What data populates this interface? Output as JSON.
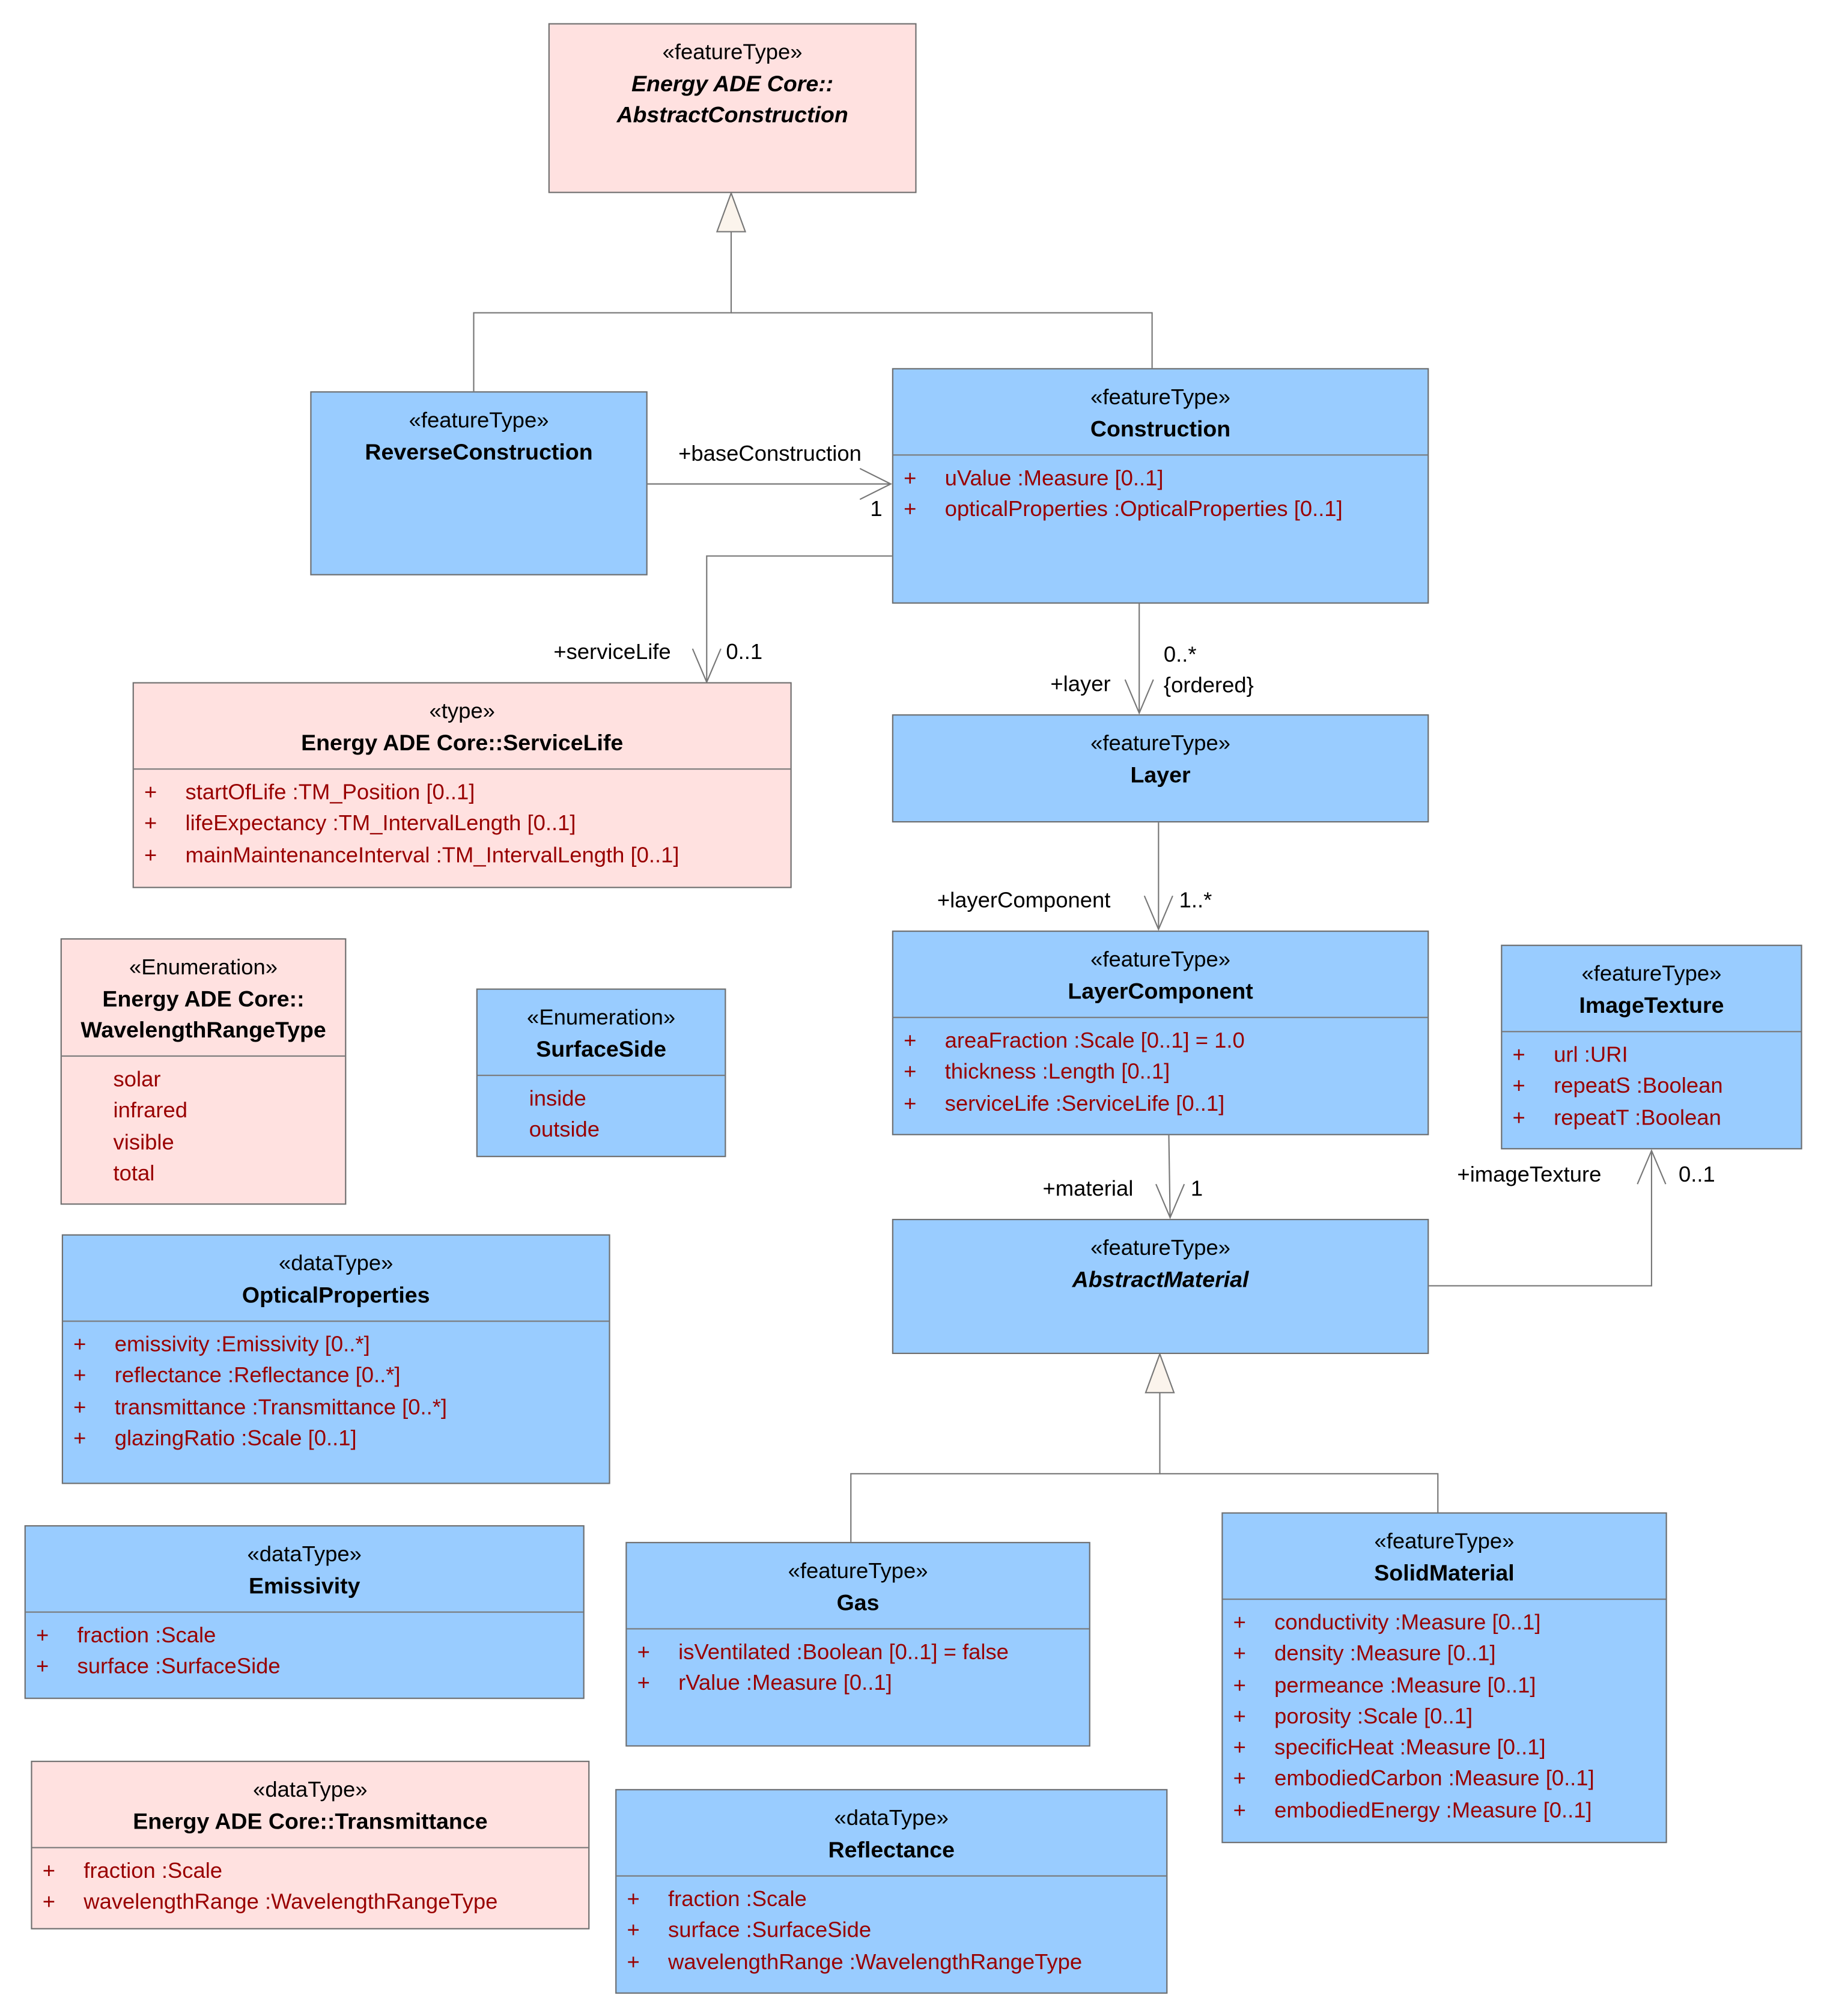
{
  "classes": {
    "abstract_construction": {
      "stereotype": "«featureType»",
      "name_line1": "Energy ADE Core::",
      "name_line2": "AbstractConstruction"
    },
    "reverse_construction": {
      "stereotype": "«featureType»",
      "name": "ReverseConstruction"
    },
    "construction": {
      "stereotype": "«featureType»",
      "name": "Construction",
      "attrs": [
        {
          "vis": "+",
          "text": "uValue  :Measure [0..1]"
        },
        {
          "vis": "+",
          "text": "opticalProperties  :OpticalProperties [0..1]"
        }
      ]
    },
    "service_life": {
      "stereotype": "«type»",
      "name": "Energy ADE Core::ServiceLife",
      "attrs": [
        {
          "vis": "+",
          "text": "startOfLife  :TM_Position [0..1]"
        },
        {
          "vis": "+",
          "text": "lifeExpectancy  :TM_IntervalLength [0..1]"
        },
        {
          "vis": "+",
          "text": "mainMaintenanceInterval  :TM_IntervalLength [0..1]"
        }
      ]
    },
    "layer": {
      "stereotype": "«featureType»",
      "name": "Layer"
    },
    "layer_component": {
      "stereotype": "«featureType»",
      "name": "LayerComponent",
      "attrs": [
        {
          "vis": "+",
          "text": "areaFraction  :Scale [0..1] = 1.0"
        },
        {
          "vis": "+",
          "text": "thickness  :Length [0..1]"
        },
        {
          "vis": "+",
          "text": "serviceLife  :ServiceLife [0..1]"
        }
      ]
    },
    "wavelength_range_type": {
      "stereotype": "«Enumeration»",
      "name_line1": "Energy ADE Core::",
      "name_line2": "WavelengthRangeType",
      "literals": [
        "solar",
        "infrared",
        "visible",
        "total"
      ]
    },
    "surface_side": {
      "stereotype": "«Enumeration»",
      "name": "SurfaceSide",
      "literals": [
        "inside",
        "outside"
      ]
    },
    "image_texture": {
      "stereotype": "«featureType»",
      "name": "ImageTexture",
      "attrs": [
        {
          "vis": "+",
          "text": "url  :URI"
        },
        {
          "vis": "+",
          "text": "repeatS  :Boolean"
        },
        {
          "vis": "+",
          "text": "repeatT  :Boolean"
        }
      ]
    },
    "optical_properties": {
      "stereotype": "«dataType»",
      "name": "OpticalProperties",
      "attrs": [
        {
          "vis": "+",
          "text": "emissivity  :Emissivity [0..*]"
        },
        {
          "vis": "+",
          "text": "reflectance  :Reflectance [0..*]"
        },
        {
          "vis": "+",
          "text": "transmittance  :Transmittance [0..*]"
        },
        {
          "vis": "+",
          "text": "glazingRatio  :Scale [0..1]"
        }
      ]
    },
    "abstract_material": {
      "stereotype": "«featureType»",
      "name": "AbstractMaterial"
    },
    "emissivity": {
      "stereotype": "«dataType»",
      "name": "Emissivity",
      "attrs": [
        {
          "vis": "+",
          "text": "fraction  :Scale"
        },
        {
          "vis": "+",
          "text": "surface  :SurfaceSide"
        }
      ]
    },
    "gas": {
      "stereotype": "«featureType»",
      "name": "Gas",
      "attrs": [
        {
          "vis": "+",
          "text": "isVentilated  :Boolean [0..1] = false"
        },
        {
          "vis": "+",
          "text": "rValue  :Measure [0..1]"
        }
      ]
    },
    "solid_material": {
      "stereotype": "«featureType»",
      "name": "SolidMaterial",
      "attrs": [
        {
          "vis": "+",
          "text": "conductivity  :Measure [0..1]"
        },
        {
          "vis": "+",
          "text": "density  :Measure [0..1]"
        },
        {
          "vis": "+",
          "text": "permeance  :Measure [0..1]"
        },
        {
          "vis": "+",
          "text": "porosity  :Scale [0..1]"
        },
        {
          "vis": "+",
          "text": "specificHeat  :Measure [0..1]"
        },
        {
          "vis": "+",
          "text": "embodiedCarbon  :Measure [0..1]"
        },
        {
          "vis": "+",
          "text": "embodiedEnergy  :Measure [0..1]"
        }
      ]
    },
    "transmittance": {
      "stereotype": "«dataType»",
      "name": "Energy ADE Core::Transmittance",
      "attrs": [
        {
          "vis": "+",
          "text": "fraction  :Scale"
        },
        {
          "vis": "+",
          "text": "wavelengthRange  :WavelengthRangeType"
        }
      ]
    },
    "reflectance": {
      "stereotype": "«dataType»",
      "name": "Reflectance",
      "attrs": [
        {
          "vis": "+",
          "text": "fraction  :Scale"
        },
        {
          "vis": "+",
          "text": "surface  :SurfaceSide"
        },
        {
          "vis": "+",
          "text": "wavelengthRange  :WavelengthRangeType"
        }
      ]
    }
  },
  "associations": {
    "base_construction": {
      "role": "+baseConstruction",
      "multiplicity": "1"
    },
    "service_life": {
      "role": "+serviceLife",
      "multiplicity": "0..1"
    },
    "layer": {
      "role": "+layer",
      "multiplicity": "0..*",
      "constraint": "{ordered}"
    },
    "layer_component": {
      "role": "+layerComponent",
      "multiplicity": "1..*"
    },
    "material": {
      "role": "+material",
      "multiplicity": "1"
    },
    "image_texture": {
      "role": "+imageTexture",
      "multiplicity": "0..1"
    }
  },
  "colors": {
    "external_class_fill": "#ffe1e0",
    "local_class_fill": "#99ccff",
    "attribute_text": "#990000",
    "border": "#6f6f6f"
  }
}
